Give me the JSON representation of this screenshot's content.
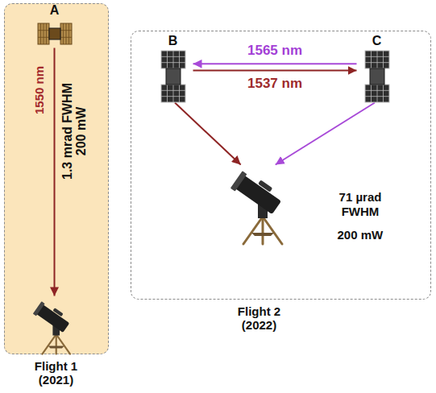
{
  "diagram": {
    "nodes": [
      {
        "text": [
          "Flight 1 (2021)"
        ]
      },
      {
        "text": [
          "A"
        ],
        "in": 0
      },
      {
        "text": [],
        "in": 0
      },
      {
        "text": [
          "Flight 2 (2022)"
        ]
      },
      {
        "text": [
          "B"
        ],
        "in": 3
      },
      {
        "text": [
          "C"
        ],
        "in": 3
      },
      {
        "text": [],
        "in": 3
      }
    ],
    "edges": [
      {
        "from": 1,
        "to": 2,
        "arrow": "to",
        "label": "1550 nm"
      },
      {
        "from": 5,
        "to": 4,
        "arrow": "to",
        "label": "1565 nm"
      },
      {
        "from": 4,
        "to": 5,
        "arrow": "to",
        "label": "1537 nm"
      },
      {
        "from": 4,
        "to": 6,
        "arrow": "to"
      },
      {
        "from": 5,
        "to": 6,
        "arrow": "to"
      }
    ],
    "labels": [
      "1.3 mrad FWHM",
      "200 mW",
      "71 µrad FWHM",
      "200 mW"
    ]
  }
}
